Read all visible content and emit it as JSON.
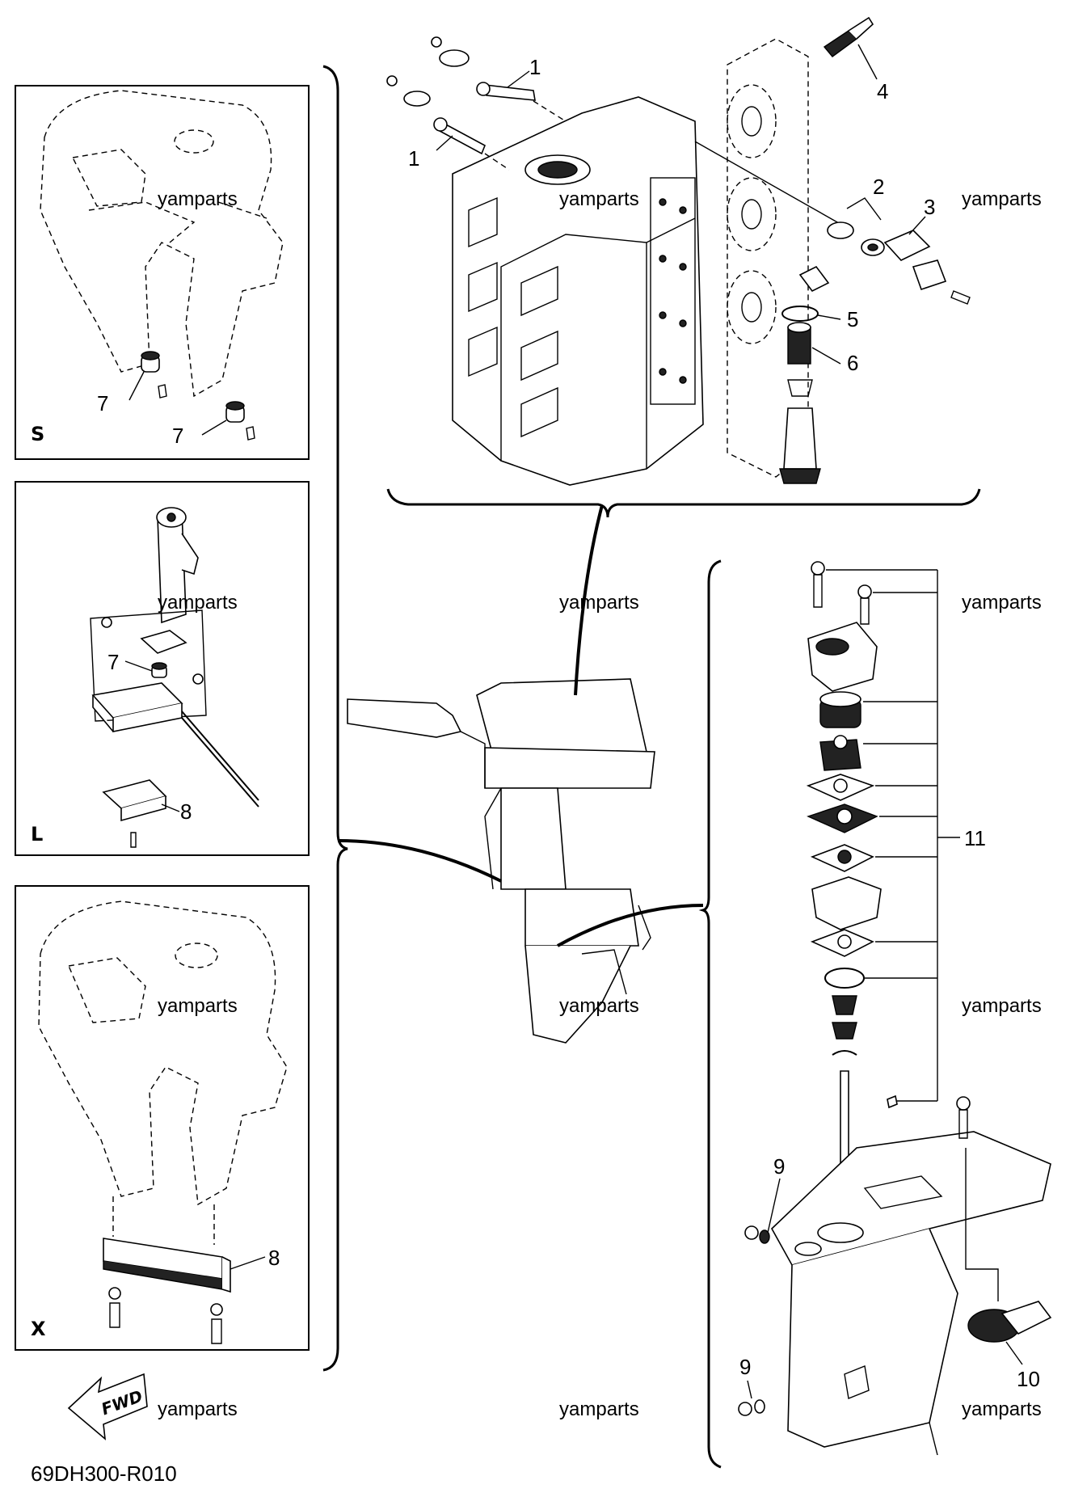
{
  "callouts": {
    "c1a": "1",
    "c1b": "1",
    "c2": "2",
    "c3": "3",
    "c4": "4",
    "c5": "5",
    "c6": "6",
    "c7a": "7",
    "c7b": "7",
    "c7c": "7",
    "c8a": "8",
    "c8b": "8",
    "c9a": "9",
    "c9b": "9",
    "c10": "10",
    "c11": "11"
  },
  "panels": {
    "s": "S",
    "l": "L",
    "x": "X"
  },
  "watermark": "yamparts",
  "fwd_label": "FWD",
  "diagram_code": "69DH300-R010"
}
